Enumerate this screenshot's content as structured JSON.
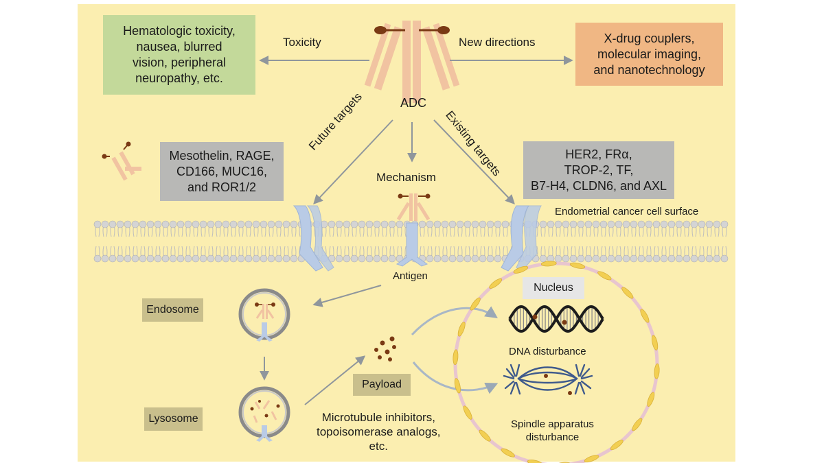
{
  "toxicity_box": "Hematologic toxicity,\nnausea, blurred\nvision, peripheral\nneuropathy, etc.",
  "toxicity_label": "Toxicity",
  "new_directions_label": "New directions",
  "new_directions_box": "X-drug couplers,\nmolecular imaging,\nand nanotechnology",
  "adc_label": "ADC",
  "future_targets_label": "Future targets",
  "existing_targets_label": "Existing targets",
  "mechanism_label": "Mechanism",
  "future_targets_box": "Mesothelin, RAGE,\nCD166, MUC16,\nand ROR1/2",
  "existing_targets_box": "HER2, FRα,\nTROP-2, TF,\nB7-H4, CLDN6, and AXL",
  "cell_surface_label": "Endometrial cancer cell surface",
  "antigen_label": "Antigen",
  "endosome_label": "Endosome",
  "lysosome_label": "Lysosome",
  "nucleus_label": "Nucleus",
  "payload_label": "Payload",
  "payload_desc": "Microtubule inhibitors,\ntopoisomerase analogs,\netc.",
  "dna_label": "DNA disturbance",
  "spindle_label": "Spindle apparatus\ndisturbance",
  "colors": {
    "background": "#fbeeb0",
    "toxicity_box": "#c3d99a",
    "new_directions_box": "#f0b784",
    "target_box": "#b8b8b6",
    "tag_box": "#c9bf8c",
    "antibody": "#f1c3a1",
    "drug": "#7a3a14",
    "membrane": "#cfcfcf",
    "antigen": "#b9cbe6",
    "arrow": "#8f969c"
  }
}
